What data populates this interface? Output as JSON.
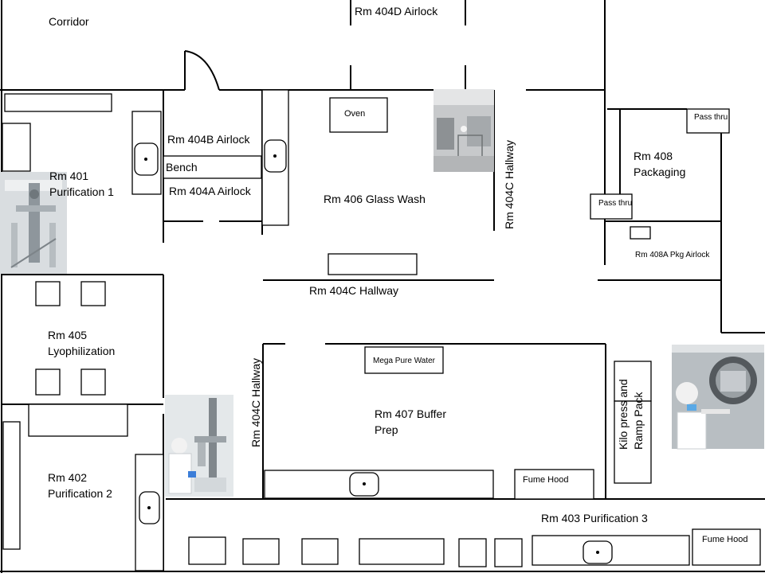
{
  "labels": {
    "corridor": "Corridor",
    "airlock_404d": "Rm 404D Airlock",
    "airlock_404b": "Rm 404B Airlock",
    "bench": "Bench",
    "airlock_404a": "Rm 404A Airlock",
    "oven": "Oven",
    "glass_wash": "Rm 406 Glass Wash",
    "hallway_404c_vertical_right": "Rm 404C Hallway",
    "hallway_404c_horizontal": "Rm 404C Hallway",
    "hallway_404c_vertical_left": "Rm 404C Hallway",
    "rm401_line1": "Rm 401",
    "rm401_line2": "Purification 1",
    "rm408_line1": "Rm 408",
    "rm408_line2": "Packaging",
    "pass_thru_top": "Pass thru",
    "pass_thru_left": "Pass thru",
    "pkg_airlock": "Rm 408A Pkg Airlock",
    "rm405_line1": "Rm 405",
    "rm405_line2": "Lyophilization",
    "mega_pure_water": "Mega Pure Water",
    "rm407_line1": "Rm 407 Buffer",
    "rm407_line2": "Prep",
    "kilo_line1": "Kilo press and",
    "kilo_line2": "Ramp Pack",
    "rm402_line1": "Rm 402",
    "rm402_line2": "Purification 2",
    "fume_hood_407": "Fume Hood",
    "rm403": "Rm 403 Purification 3",
    "fume_hood_403": "Fume Hood"
  },
  "photos": {
    "purification_equipment": "purification-equipment-photo",
    "glass_wash_room": "glass-wash-room-photo",
    "lab_technician": "lab-technician-photo",
    "autoclave_operator": "autoclave-operator-photo"
  }
}
